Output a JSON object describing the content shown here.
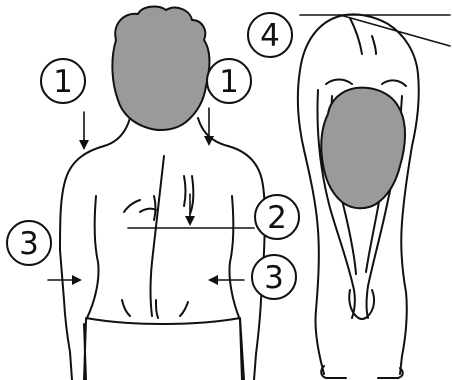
{
  "labels": {
    "left_shoulder": "1",
    "right_shoulder": "1",
    "shoulder_blade": "2",
    "left_waist": "3",
    "right_waist": "3",
    "forward_bend": "4"
  },
  "colors": {
    "hair": "#9a9a9a",
    "outline": "#111111",
    "background": "#ffffff"
  }
}
